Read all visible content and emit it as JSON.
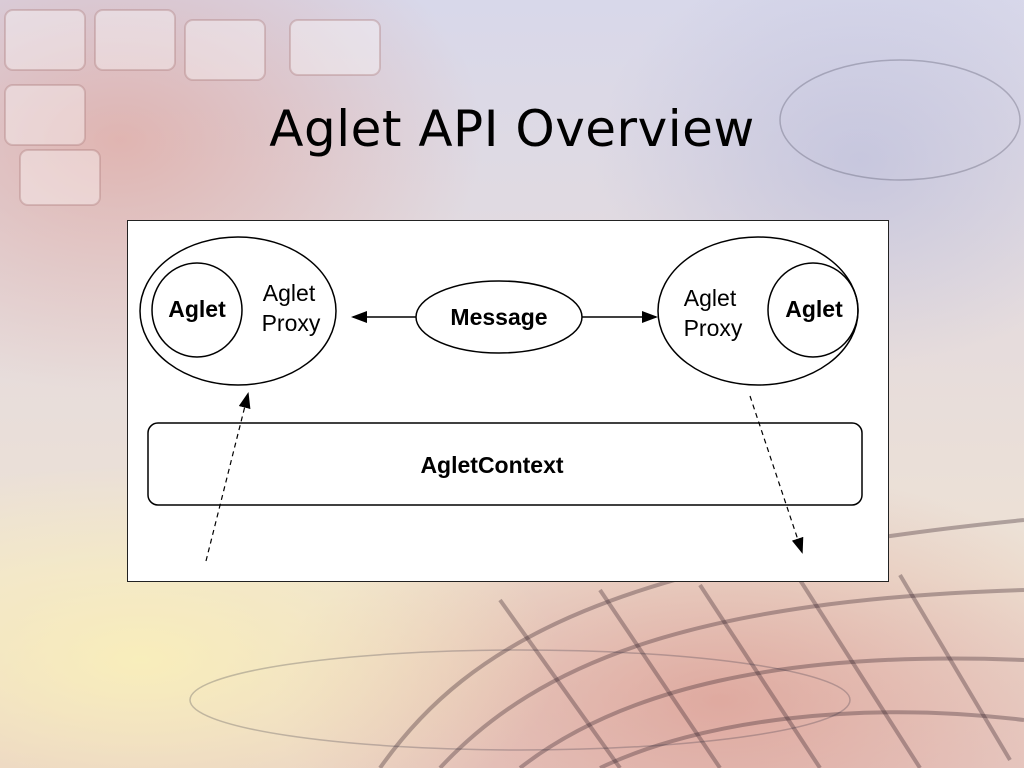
{
  "slide": {
    "title": "Aglet API Overview"
  },
  "diagram": {
    "left_host": {
      "aglet_label": "Aglet",
      "proxy_label_line1": "Aglet",
      "proxy_label_line2": "Proxy"
    },
    "message_label": "Message",
    "right_host": {
      "proxy_label_line1": "Aglet",
      "proxy_label_line2": "Proxy",
      "aglet_label": "Aglet"
    },
    "context_label": "AgletContext"
  },
  "colors": {
    "stroke": "#000000",
    "panel_background": "#ffffff"
  }
}
